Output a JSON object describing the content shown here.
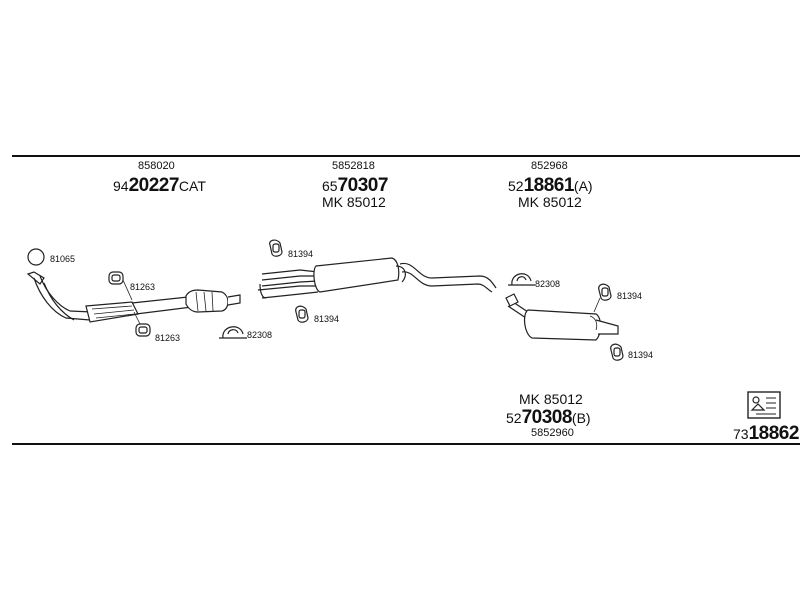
{
  "group1": {
    "ref": "858020",
    "prefix": "94",
    "main": "20227",
    "suffix": "CAT"
  },
  "group2": {
    "ref": "5852818",
    "prefix": "65",
    "main": "70307",
    "suffix": "",
    "mk": "MK  85012"
  },
  "group3": {
    "ref": "852968",
    "prefix": "52",
    "main": "18861",
    "suffix": "(A)",
    "mk": "MK  85012"
  },
  "group4": {
    "mk": "MK  85012",
    "prefix": "52",
    "main": "70308",
    "suffix": "(B)",
    "ref": "5852960"
  },
  "kit": {
    "prefix": "73",
    "main": "18862"
  },
  "parts": {
    "p81065": "81065",
    "p81263a": "81263",
    "p81263b": "81263",
    "p82308a": "82308",
    "p81394a": "81394",
    "p81394b": "81394",
    "p82308b": "82308",
    "p81394c": "81394",
    "p81394d": "81394"
  },
  "icons": [
    "ring-icon",
    "rubber-mount-icon",
    "clamp-icon",
    "kit-info-icon"
  ]
}
